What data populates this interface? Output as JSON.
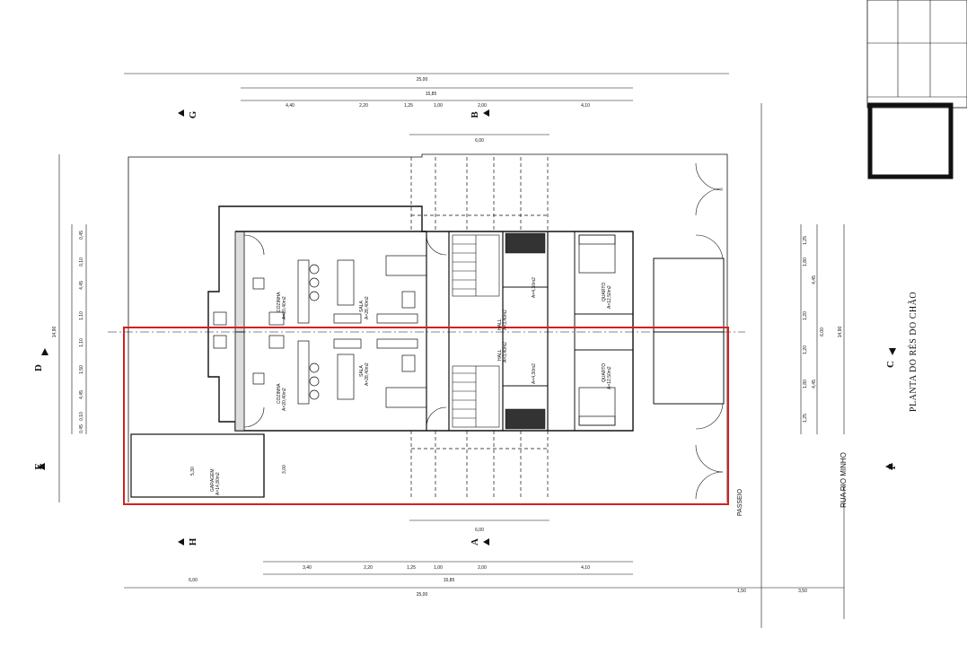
{
  "sheet": {
    "title": "PLANTA DO RÉS DO CHÃO",
    "street": "RUA RIO MINHO",
    "sidewalk": "PASSEIO"
  },
  "section_marks": {
    "a": "A",
    "b": "B",
    "c": "C",
    "d": "D",
    "e": "E",
    "f": "F",
    "g": "G",
    "h": "H"
  },
  "rooms": {
    "kitchen_label": "COZINHA",
    "kitchen_area": "A=20,40m2",
    "living_label": "SALA",
    "living_area": "A=28,40m2",
    "hall_label": "HALL",
    "hall_area": "A=3,40m2",
    "wc_area": "A=4,30m2",
    "bedroom_label": "QUARTO",
    "bedroom_area": "A=12,50m2",
    "garage_label": "GARAGEM",
    "garage_area": "A=14,80m2"
  },
  "dimensions": {
    "top_total": "25,00",
    "top_built": "15,85",
    "top_segments": [
      "4,40",
      "2,20",
      "1,25",
      "1,00",
      "2,00",
      "4,10"
    ],
    "top_stair": "6,00",
    "bottom_total": "25,00",
    "bottom_built": "15,85",
    "bottom_segments": [
      "3,40",
      "2,20",
      "1,25",
      "1,00",
      "2,00",
      "4,10"
    ],
    "bottom_stair": "6,00",
    "bottom_left": "6,00",
    "bottom_right_a": "1,50",
    "bottom_right_b": "3,50",
    "left_total": "14,90",
    "left_segments": [
      "0,45",
      "0,10",
      "4,45",
      "1,10",
      "1,10",
      "1,50",
      "4,45",
      "0,10",
      "0,45"
    ],
    "right_total": "14,90",
    "right_inner": "6,00",
    "right_segments": [
      "1,25",
      "1,80",
      "4,45",
      "1,20",
      "1,20",
      "1,80",
      "4,45",
      "1,25"
    ],
    "garage_w": "5,30",
    "garage_h": "3,00"
  }
}
